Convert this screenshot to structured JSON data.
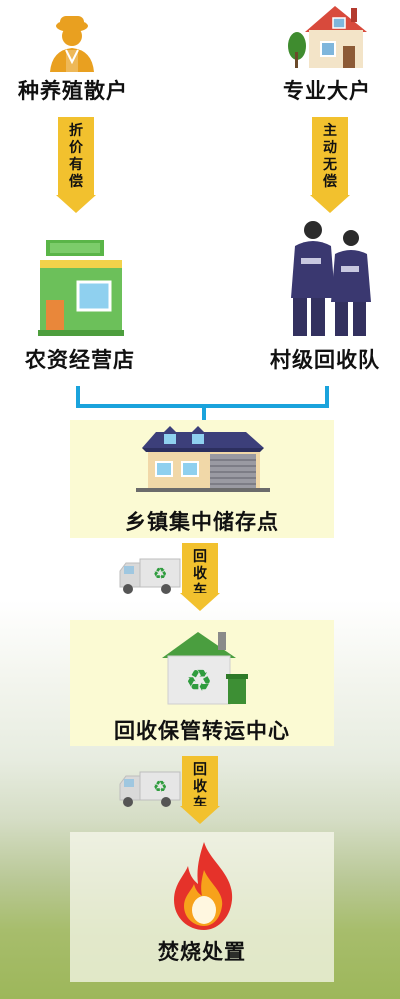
{
  "top": {
    "left_source": {
      "label": "种养殖散户",
      "icon": "farmer-icon"
    },
    "right_source": {
      "label": "专业大户",
      "icon": "house-icon"
    }
  },
  "arrows": {
    "left_top": "折价有偿",
    "right_top": "主动无偿",
    "truck_1": "回收车",
    "truck_2": "回收车"
  },
  "middle": {
    "left_node": {
      "label": "农资经营店",
      "icon": "shop-icon"
    },
    "right_node": {
      "label": "村级回收队",
      "icon": "workers-icon"
    }
  },
  "stages": [
    {
      "label": "乡镇集中储存点",
      "icon": "warehouse-icon"
    },
    {
      "label": "回收保管转运中心",
      "icon": "recycling-center-icon"
    },
    {
      "label": "焚烧处置",
      "icon": "flame-icon"
    }
  ],
  "colors": {
    "arrow": "#f2c12e",
    "bracket": "#1aa3dc",
    "panel": "#fbfad3",
    "recycle": "#2f9c3e"
  }
}
